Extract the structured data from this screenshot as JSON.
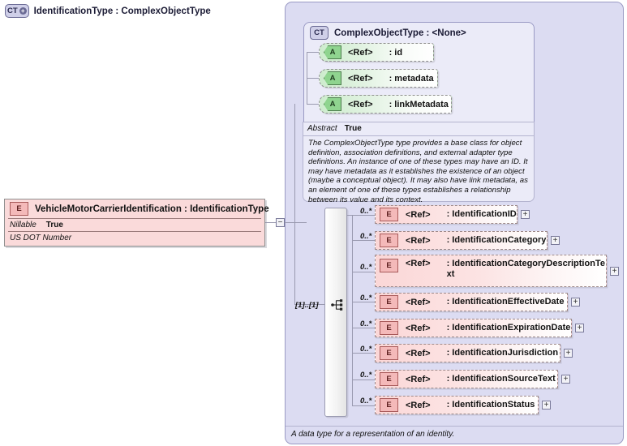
{
  "diagram": {
    "kind": "xsd-schema-diagram",
    "root_element": {
      "icon": "element-badge",
      "badge": "E",
      "title": "VehicleMotorCarrierIdentification : IdentificationType",
      "properties": [
        {
          "key": "Nillable",
          "value": "True"
        }
      ],
      "documentation": "US DOT Number",
      "toggle": "−"
    },
    "complex_type": {
      "badge": "CT",
      "badge_expand": "+",
      "title": "IdentificationType : ComplexObjectType",
      "base": {
        "badge": "CT",
        "title": "ComplexObjectType : <None>",
        "attributes": [
          {
            "badge": "A",
            "ref": "<Ref>",
            "name": ": id"
          },
          {
            "badge": "A",
            "ref": "<Ref>",
            "name": ": metadata"
          },
          {
            "badge": "A",
            "ref": "<Ref>",
            "name": ": linkMetadata"
          }
        ],
        "annotation": {
          "key": "Abstract",
          "value": "True",
          "text": "The ComplexObjectType type provides a base class for object definition, association definitions, and external adapter type definitions. An instance of one of these types may have an ID. It may have metadata as it establishes the existence of an object (maybe a conceptual object). It may also have link metadata, as an element of one of these types establishes a relationship between its value and its context."
        }
      },
      "sequence": {
        "icon": "sequence-compositor-icon",
        "occurs": "[1]..[1]"
      },
      "elements": [
        {
          "badge": "E",
          "occurs": "0..*",
          "ref": "<Ref>",
          "name": ": IdentificationID",
          "expand": "+"
        },
        {
          "badge": "E",
          "occurs": "0..*",
          "ref": "<Ref>",
          "name": ": IdentificationCategory",
          "expand": "+"
        },
        {
          "badge": "E",
          "occurs": "0..*",
          "ref": "<Ref>",
          "name": ": IdentificationCategoryDescriptionText",
          "expand": "+"
        },
        {
          "badge": "E",
          "occurs": "0..*",
          "ref": "<Ref>",
          "name": ": IdentificationEffectiveDate",
          "expand": "+"
        },
        {
          "badge": "E",
          "occurs": "0..*",
          "ref": "<Ref>",
          "name": ": IdentificationExpirationDate",
          "expand": "+"
        },
        {
          "badge": "E",
          "occurs": "0..*",
          "ref": "<Ref>",
          "name": ": IdentificationJurisdiction",
          "expand": "+"
        },
        {
          "badge": "E",
          "occurs": "0..*",
          "ref": "<Ref>",
          "name": ": IdentificationSourceText",
          "expand": "+"
        },
        {
          "badge": "E",
          "occurs": "0..*",
          "ref": "<Ref>",
          "name": ": IdentificationStatus",
          "expand": "+"
        }
      ],
      "documentation": "A data type for a representation of an identity."
    },
    "colors": {
      "outer_panel": "#dcdcf2",
      "inner_panel": "#ebebf8",
      "attribute_green": "#cdeccd",
      "element_pink": "#fbd7d7",
      "root_element_pink": "#fadada",
      "border": "#9a9ac4",
      "connector": "#9a9ab0"
    }
  }
}
